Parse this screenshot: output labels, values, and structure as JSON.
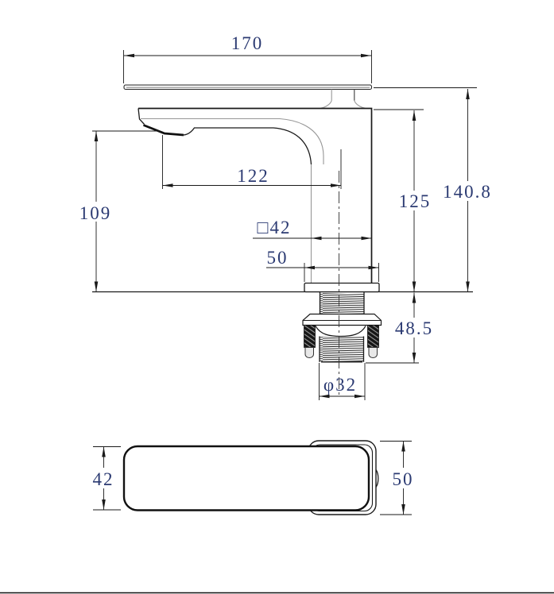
{
  "drawing": {
    "kind": "faucet-technical-drawing",
    "line_color": "#1a1a1a",
    "dim_text_color": "#2b3a72",
    "views": [
      "side-elevation",
      "plan-view"
    ]
  },
  "dims": {
    "spout_overall_length": "170",
    "spout_reach": "122",
    "spout_outlet_height": "109",
    "body_height_above_deck": "125",
    "overall_height": "140.8",
    "below_deck_length": "48.5",
    "body_square": "□42",
    "base_plate_width": "50",
    "thread_diameter": "φ32",
    "handle_width_plan": "42",
    "base_size_plan": "50"
  }
}
